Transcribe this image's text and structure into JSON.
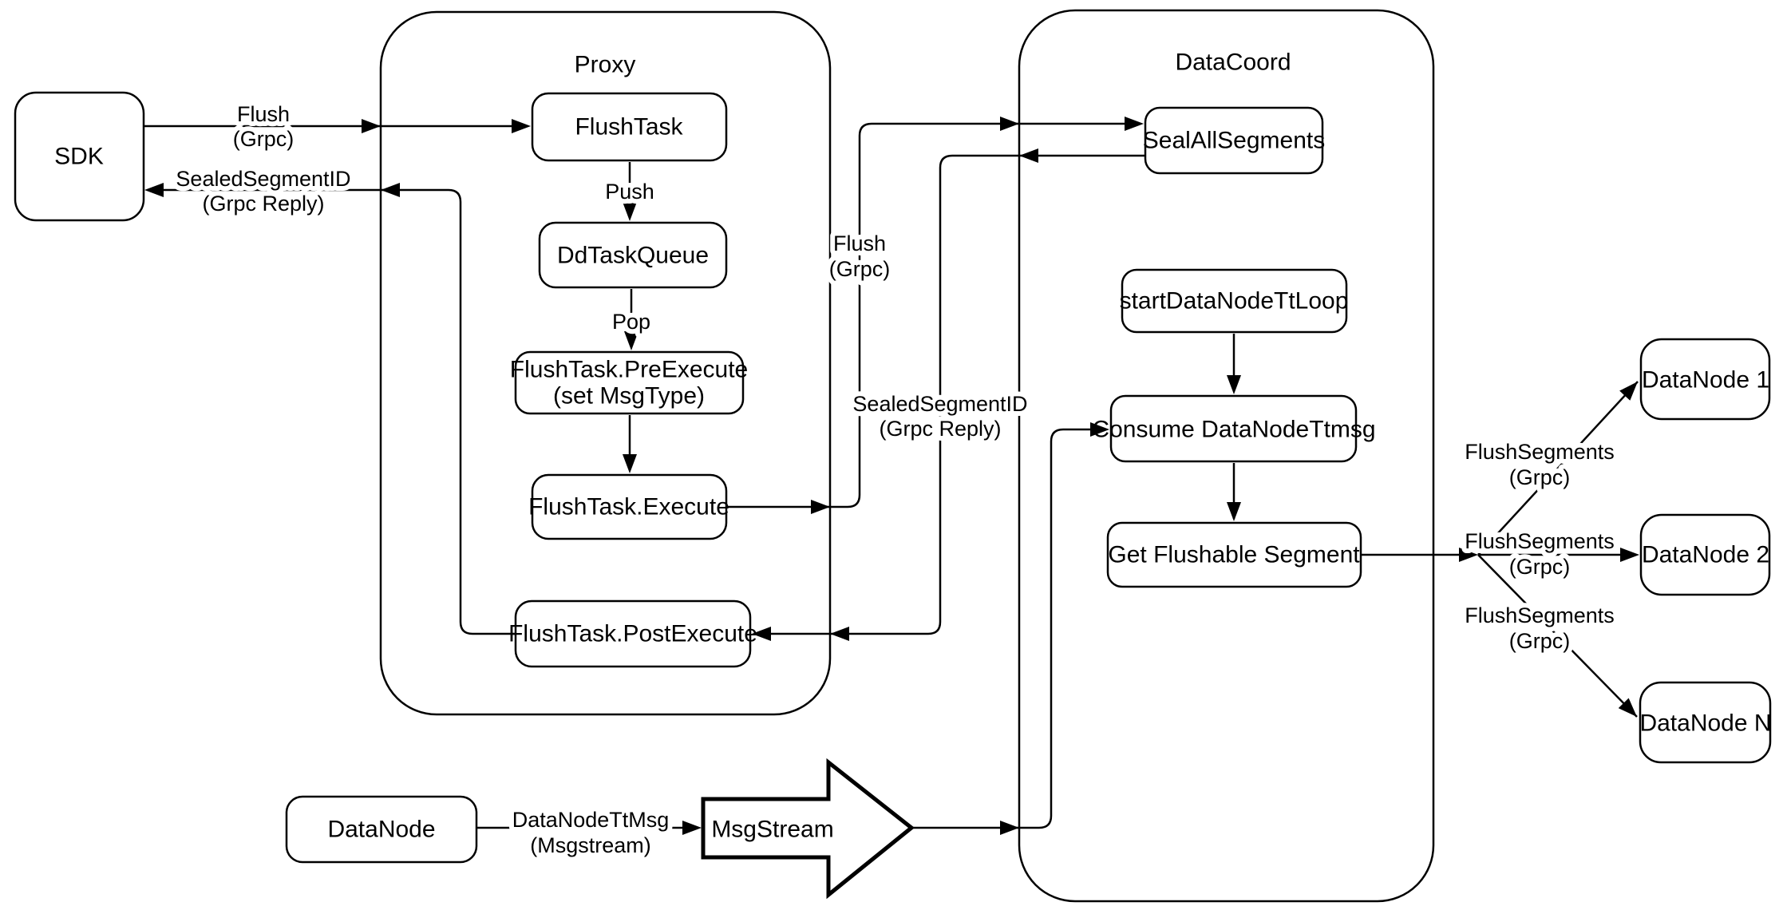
{
  "colors": {
    "stroke": "#000000",
    "node_fill": "#ffffff",
    "background": "#ffffff",
    "text": "#000000"
  },
  "containers": {
    "proxy": {
      "label": "Proxy"
    },
    "datacoord": {
      "label": "DataCoord"
    }
  },
  "nodes": {
    "sdk": {
      "label": "SDK"
    },
    "flush_task": {
      "label": "FlushTask"
    },
    "dd_task_queue": {
      "label": "DdTaskQueue"
    },
    "pre_execute": {
      "line1": "FlushTask.PreExecute",
      "line2": "(set MsgType)"
    },
    "execute": {
      "label": "FlushTask.Execute"
    },
    "post_execute": {
      "label": "FlushTask.PostExecute"
    },
    "seal_all_segments": {
      "label": "SealAllSegments"
    },
    "start_datanode_tt_loop": {
      "label": "startDataNodeTtLoop"
    },
    "consume_datanode_ttmsg": {
      "label": "Consume DataNodeTtmsg"
    },
    "get_flushable_segment": {
      "label": "Get Flushable Segment"
    },
    "datanode_1": {
      "label": "DataNode 1"
    },
    "datanode_2": {
      "label": "DataNode 2"
    },
    "datanode_n": {
      "label": "DataNode N"
    },
    "datanode_bottom": {
      "label": "DataNode"
    },
    "msgstream": {
      "label": "MsgStream"
    }
  },
  "edge_labels": {
    "flush_sdk": {
      "line1": "Flush",
      "line2": "(Grpc)"
    },
    "sealed_sdk": {
      "line1": "SealedSegmentID",
      "line2": "(Grpc Reply)"
    },
    "push": {
      "label": "Push"
    },
    "pop": {
      "label": "Pop"
    },
    "flush_datacoord": {
      "line1": "Flush",
      "line2": "(Grpc)"
    },
    "sealed_datacoord": {
      "line1": "SealedSegmentID",
      "line2": "(Grpc Reply)"
    },
    "datanode_ttmsg": {
      "line1": "DataNodeTtMsg",
      "line2": "(Msgstream)"
    },
    "flush_segments_1": {
      "line1": "FlushSegments",
      "line2": "(Grpc)"
    },
    "flush_segments_2": {
      "line1": "FlushSegments",
      "line2": "(Grpc)"
    },
    "flush_segments_3": {
      "line1": "FlushSegments",
      "line2": "(Grpc)"
    }
  }
}
